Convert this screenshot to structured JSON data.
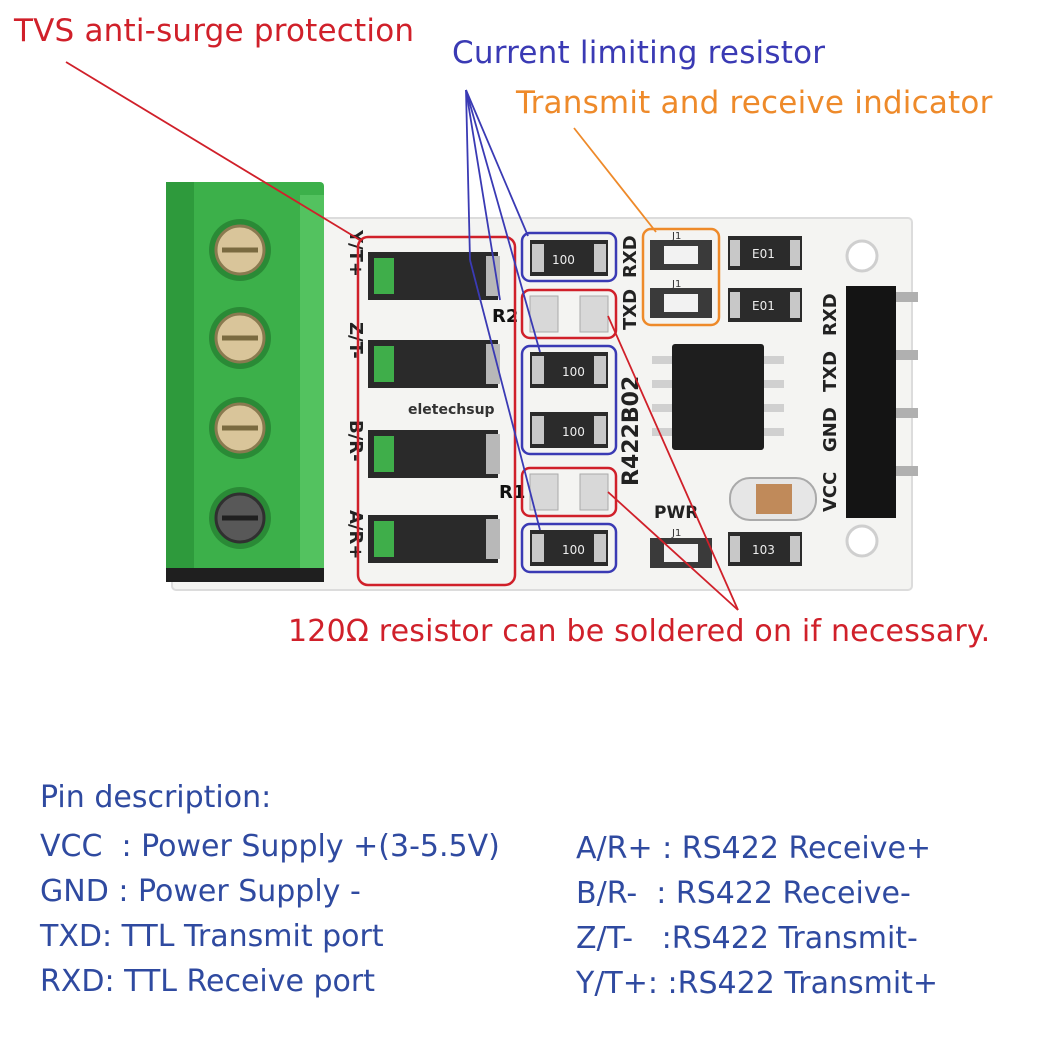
{
  "annotations": {
    "tvs": "TVS anti-surge protection",
    "current_limiting": "Current limiting resistor",
    "indicator": "Transmit and receive indicator",
    "termination": "120Ω resistor can be soldered on if necessary."
  },
  "board": {
    "left_silk": [
      "Y/T+",
      "Z/T-",
      "B/R-",
      "A/R+"
    ],
    "right_silk": [
      "VCC",
      "GND",
      "TXD",
      "RXD"
    ],
    "led_labels": [
      "TXD",
      "RXD"
    ],
    "chip_label": "R422B02",
    "brand": "eletechsup",
    "pwr": "PWR",
    "r1": "R1",
    "r2": "R2",
    "res_codes": [
      "100",
      "100",
      "100",
      "100",
      "E01",
      "E01",
      "103"
    ],
    "led_marks": [
      "J1",
      "J1",
      "J1"
    ]
  },
  "pin_desc": {
    "title": "Pin description:",
    "left": [
      "VCC  : Power Supply +(3-5.5V)",
      "GND : Power Supply -",
      "TXD: TTL Transmit port",
      "RXD: TTL Receive port"
    ],
    "right": [
      "A/R+ : RS422 Receive+",
      "B/R-  : RS422 Receive-",
      "Z/T-   :RS422 Transmit-",
      "Y/T+: :RS422 Transmit+"
    ]
  },
  "colors": {
    "red": "#d0202a",
    "blue": "#3a3ab4",
    "orange": "#ee8a2a",
    "pin_text": "#2f4aa0",
    "terminal": "#3cb04a",
    "pcb": "#f4f4f2"
  }
}
